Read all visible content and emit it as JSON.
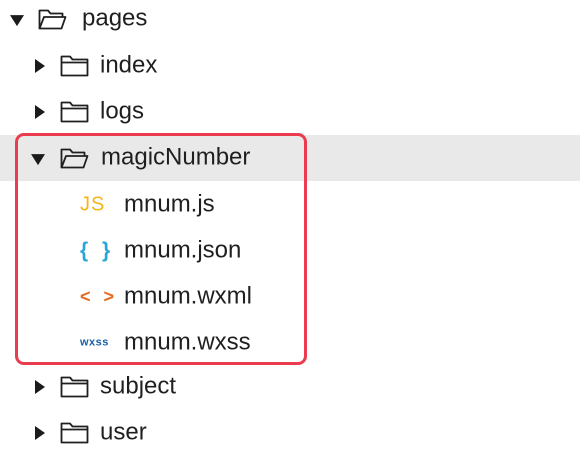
{
  "colors": {
    "selected_row_bg": "#e9e9e9",
    "highlight_border": "#eb3b4f",
    "js_icon": "#f5b51c",
    "json_icon": "#28a6d6",
    "wxml_icon": "#e66a1d",
    "wxss_icon": "#1a5fa6"
  },
  "tree": {
    "pages": {
      "label": "pages",
      "icon": "folder-open-icon",
      "expanded": true
    },
    "index": {
      "label": "index",
      "icon": "folder-icon",
      "expanded": false
    },
    "logs": {
      "label": "logs",
      "icon": "folder-icon",
      "expanded": false
    },
    "magicNumber": {
      "label": "magicNumber",
      "icon": "folder-open-icon",
      "expanded": true,
      "selected": true
    },
    "files": [
      {
        "label": "mnum.js",
        "icon_text": "JS",
        "icon": "js-file-icon"
      },
      {
        "label": "mnum.json",
        "icon_text": "{ }",
        "icon": "json-file-icon"
      },
      {
        "label": "mnum.wxml",
        "icon_text": "< >",
        "icon": "wxml-file-icon"
      },
      {
        "label": "mnum.wxss",
        "icon_text": "wxss",
        "icon": "wxss-file-icon"
      }
    ],
    "subject": {
      "label": "subject",
      "icon": "folder-icon",
      "expanded": false
    },
    "user": {
      "label": "user",
      "icon": "folder-icon",
      "expanded": false
    }
  }
}
